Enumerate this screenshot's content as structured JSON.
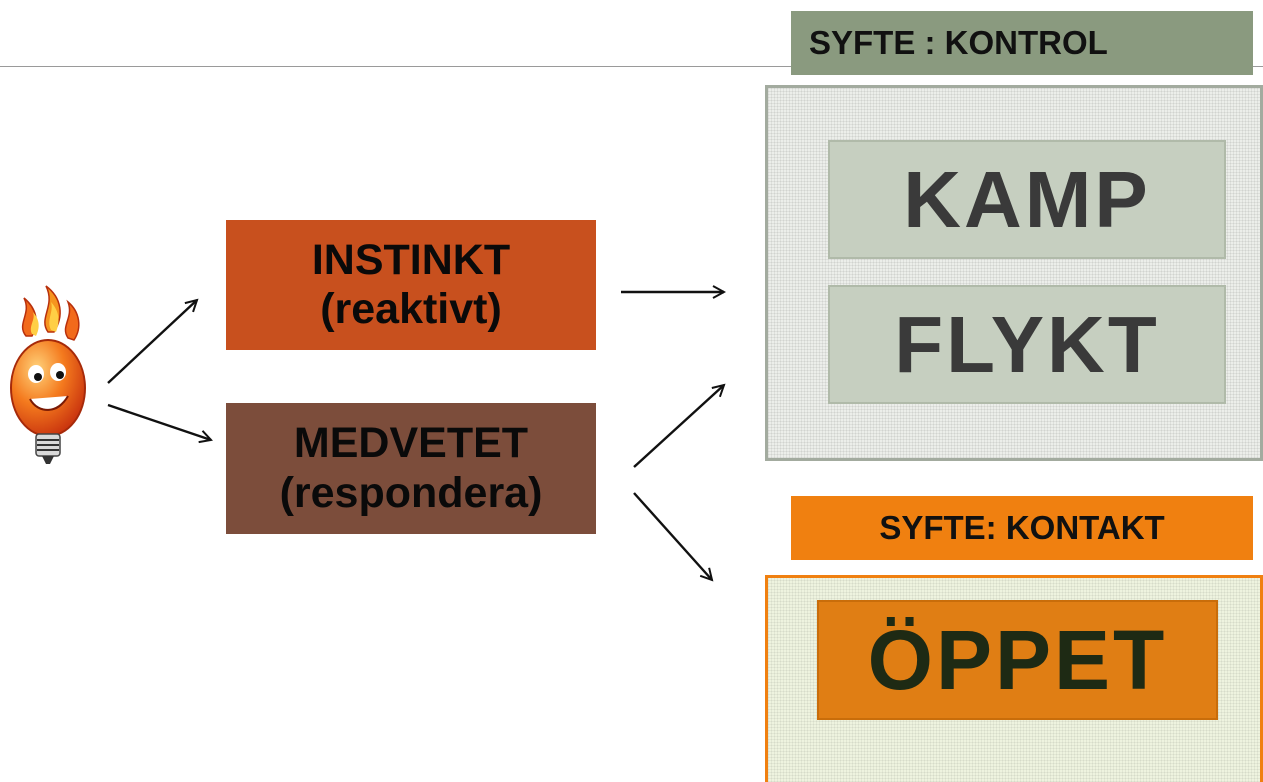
{
  "headers": {
    "kontroll": "SYFTE : KONTROL",
    "kontakt": "SYFTE: KONTAKT"
  },
  "responses": {
    "kamp": "KAMP",
    "flykt": "FLYKT",
    "oppet": "ÖPPET"
  },
  "states": {
    "instinkt_title": "INSTINKT",
    "instinkt_sub": "(reaktivt)",
    "medvetet_title": "MEDVETET",
    "medvetet_sub": "(respondera)"
  },
  "colors": {
    "instinkt": "#c8501e",
    "medvetet": "#7c4d3b",
    "kontroll_header": "#8a9a7f",
    "kontakt_header": "#f08010",
    "oppet": "#e07e14"
  },
  "icons": [
    "flaming-lightbulb-face-icon"
  ]
}
